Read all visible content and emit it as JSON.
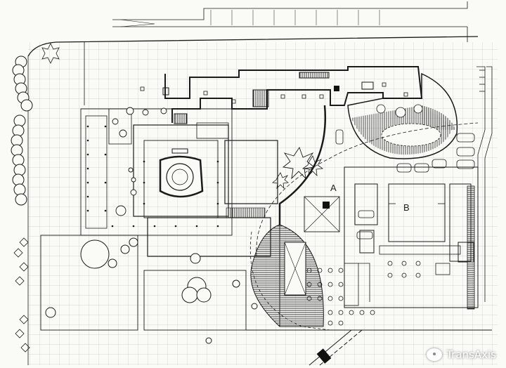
{
  "drawing": {
    "labels": {
      "zone_a": "A",
      "zone_b": "B"
    },
    "line_color": "#1a1a1a",
    "grid_color": "#c9c9c9",
    "paper_color": "#fafaf7",
    "dark_fill": "#111111"
  },
  "watermark": {
    "text": "TransAxis",
    "icon": "wechat-icon"
  }
}
